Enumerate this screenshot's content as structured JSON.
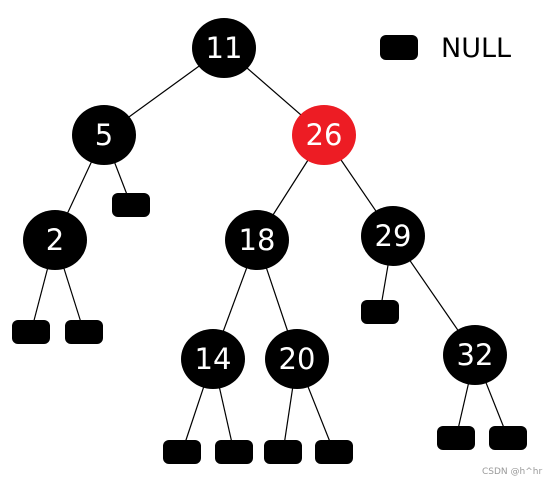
{
  "colors": {
    "black_node": "#000000",
    "red_node": "#ed1c24",
    "edge": "#000000",
    "label": "#ffffff",
    "background": "#ffffff"
  },
  "legend": {
    "label": "NULL"
  },
  "watermark": "CSDN @h^hr",
  "tree": {
    "root": "11",
    "nodes": [
      {
        "id": "11",
        "label": "11",
        "color": "black"
      },
      {
        "id": "5",
        "label": "5",
        "color": "black"
      },
      {
        "id": "26",
        "label": "26",
        "color": "red"
      },
      {
        "id": "2",
        "label": "2",
        "color": "black"
      },
      {
        "id": "18",
        "label": "18",
        "color": "black"
      },
      {
        "id": "29",
        "label": "29",
        "color": "black"
      },
      {
        "id": "14",
        "label": "14",
        "color": "black"
      },
      {
        "id": "20",
        "label": "20",
        "color": "black"
      },
      {
        "id": "32",
        "label": "32",
        "color": "black"
      }
    ],
    "null_leaves": [
      "null-5-right",
      "null-2-left",
      "null-2-right",
      "null-14-left",
      "null-14-right",
      "null-20-left",
      "null-20-right",
      "null-29-left",
      "null-32-left",
      "null-32-right"
    ],
    "edges": [
      {
        "from": "11",
        "to": "5"
      },
      {
        "from": "11",
        "to": "26"
      },
      {
        "from": "5",
        "to": "2"
      },
      {
        "from": "5",
        "to": "null-5-right"
      },
      {
        "from": "26",
        "to": "18"
      },
      {
        "from": "26",
        "to": "29"
      },
      {
        "from": "2",
        "to": "null-2-left"
      },
      {
        "from": "2",
        "to": "null-2-right"
      },
      {
        "from": "18",
        "to": "14"
      },
      {
        "from": "18",
        "to": "20"
      },
      {
        "from": "29",
        "to": "null-29-left"
      },
      {
        "from": "29",
        "to": "32"
      },
      {
        "from": "14",
        "to": "null-14-left"
      },
      {
        "from": "14",
        "to": "null-14-right"
      },
      {
        "from": "20",
        "to": "null-20-left"
      },
      {
        "from": "20",
        "to": "null-20-right"
      },
      {
        "from": "32",
        "to": "null-32-left"
      },
      {
        "from": "32",
        "to": "null-32-right"
      }
    ]
  }
}
